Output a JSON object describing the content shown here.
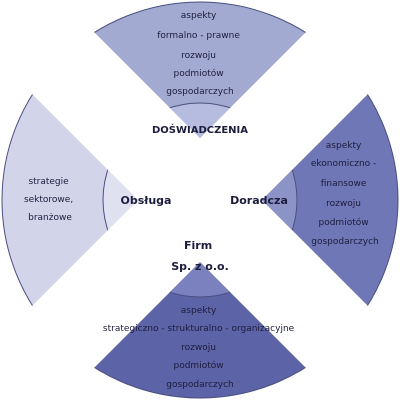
{
  "diagram": {
    "top_outer": {
      "lines": [
        "aspekty",
        "formalno - prawne",
        "rozwoju",
        "podmiotów",
        "gospodarczych"
      ]
    },
    "top_inner": {
      "label": "DOŚWIADCZENIA"
    },
    "left_outer": {
      "lines": [
        "strategie",
        "sektorowe,",
        "branżowe"
      ]
    },
    "left_inner": {
      "label": "Obsługa"
    },
    "right_outer": {
      "lines": [
        "aspekty",
        "ekonomiczno -",
        "finansowe",
        "rozwoju",
        "podmiotów",
        "gospodarczych"
      ]
    },
    "right_inner": {
      "label": "Doradcza"
    },
    "bottom_outer": {
      "lines": [
        "aspekty",
        "strategiczno - strukturalno - organizacyjne",
        "rozwoju",
        "podmiotów",
        "gospodarczych"
      ]
    },
    "bottom_inner": {
      "lines": [
        "Firm",
        "Sp. z o.o."
      ]
    },
    "colors": {
      "top_outer": "#a3aad2",
      "top_inner": "#b6bcdf",
      "left_outer": "#d2d4ea",
      "left_inner": "#dfe0f0",
      "right_outer": "#6f77b6",
      "right_inner": "#8c93c7",
      "bottom_outer": "#5c63a6",
      "bottom_inner": "#7a81bc",
      "text": "#1c1c3c"
    }
  }
}
